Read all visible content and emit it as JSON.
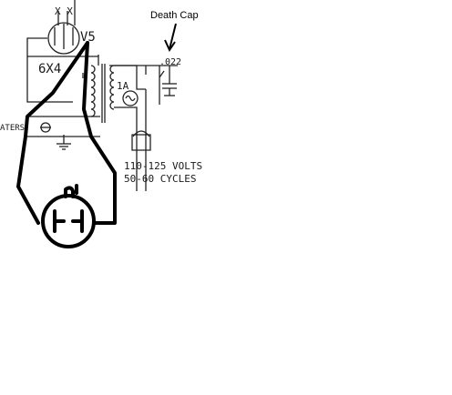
{
  "annotation": {
    "label": "Death Cap"
  },
  "tube": {
    "label": "V5",
    "type": "6X4",
    "pins": "X X"
  },
  "fuse": {
    "label": "1A"
  },
  "capacitor": {
    "label": ".022"
  },
  "terminal": {
    "label": "ATERS"
  },
  "mains": {
    "voltage": "110-125 VOLTS",
    "frequency": "50-60 CYCLES"
  },
  "colors": {
    "line": "#000000",
    "schematic": "#222222",
    "background": "#ffffff"
  }
}
